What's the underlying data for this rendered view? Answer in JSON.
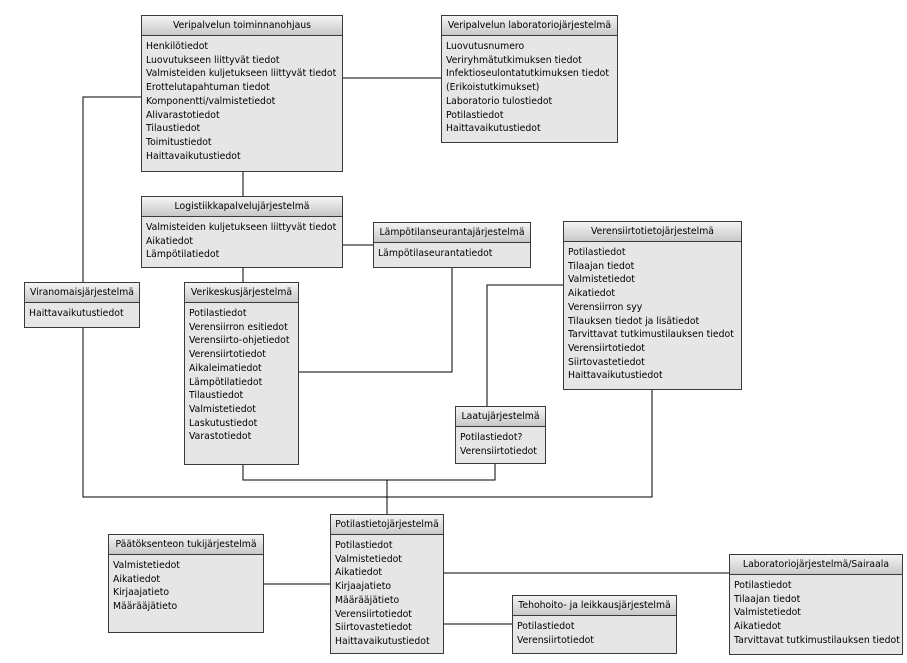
{
  "boxes": {
    "veripalvelun_toiminnanohjaus": {
      "title": "Veripalvelun toiminnanohjaus",
      "items": [
        "Henkilötiedot",
        "Luovutukseen liittyvät tiedot",
        "Valmisteiden kuljetukseen liittyvät tiedot",
        "Erottelutapahtuman tiedot",
        "Komponentti/valmistetiedot",
        "Alivarastotiedot",
        "Tilaustiedot",
        "Toimitustiedot",
        "Haittavaikutustiedot"
      ]
    },
    "veripalvelun_laboratoriojarjestelma": {
      "title": "Veripalvelun laboratoriojärjestelmä",
      "items": [
        "Luovutusnumero",
        "Veriryhmätutkimuksen tiedot",
        "Infektioseulontatutkimuksen tiedot",
        "(Erikoistutkimukset)",
        "Laboratorio tulostiedot",
        "Potilastiedot",
        "Haittavaikutustiedot"
      ]
    },
    "logistiikkapalvelujarjestelma": {
      "title": "Logistiikkapalvelujärjestelmä",
      "items": [
        "Valmisteiden kuljetukseen liittyvät tiedot",
        "Aikatiedot",
        "Lämpötilatiedot"
      ]
    },
    "lampotilanseurantajarjestelma": {
      "title": "Lämpötilanseurantajärjestelmä",
      "items": [
        "Lämpötilaseurantatiedot"
      ]
    },
    "verensiirtotietojarjestelma": {
      "title": "Verensiirtotietojärjestelmä",
      "items": [
        "Potilastiedot",
        "Tilaajan tiedot",
        "Valmistetiedot",
        "Aikatiedot",
        "Verensiirron syy",
        "Tilauksen tiedot ja lisätiedot",
        "Tarvittavat tutkimustilauksen tiedot",
        "Verensiirtotiedot",
        "Siirtovastetiedot",
        "Haittavaikutustiedot"
      ]
    },
    "viranomaisjarjestelma": {
      "title": "Viranomaisjärjestelmä",
      "items": [
        "Haittavaikutustiedot"
      ]
    },
    "verikeskusjarjestelma": {
      "title": "Verikeskusjärjestelmä",
      "items": [
        "Potilastiedot",
        "Verensiirron esitiedot",
        "Verensiirto-ohjetiedot",
        "Verensiirtotiedot",
        "Aikaleimatiedot",
        "Lämpötilatiedot",
        "Tilaustiedot",
        "Valmistetiedot",
        "Laskutustiedot",
        "Varastotiedot"
      ]
    },
    "laatujarjestelma": {
      "title": "Laatujärjestelmä",
      "items": [
        "Potilastiedot?",
        "Verensiirtotiedot"
      ]
    },
    "potilastietojarjestelma": {
      "title": "Potilastietojärjestelmä",
      "items": [
        "Potilastiedot",
        "Valmistetiedot",
        "Aikatiedot",
        "Kirjaajatieto",
        "Määrääjätieto",
        "Verensiirtotiedot",
        "Siirtovastetiedot",
        "Haittavaikutustiedot"
      ]
    },
    "paatoksenteon_tukijarjestelma": {
      "title": "Päätöksenteon tukijärjestelmä",
      "items": [
        "Valmistetiedot",
        "Aikatiedot",
        "Kirjaajatieto",
        "Määrääjätieto"
      ]
    },
    "tehohoito_ja_leikkausjarjestelma": {
      "title": "Tehohoito- ja leikkausjärjestelmä",
      "items": [
        "Potilastiedot",
        "Verensiirtotiedot"
      ]
    },
    "laboratoriojarjestelma_sairaala": {
      "title": "Laboratoriojärjestelmä/Sairaala",
      "items": [
        "Potilastiedot",
        "Tilaajan tiedot",
        "Valmistetiedot",
        "Aikatiedot",
        "Tarvittavat tutkimustilauksen tiedot"
      ]
    }
  }
}
